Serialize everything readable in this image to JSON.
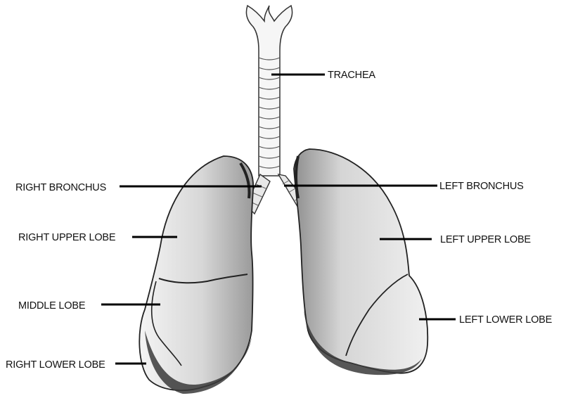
{
  "diagram": {
    "labels": {
      "trachea": "TRACHEA",
      "right_bronchus": "RIGHT BRONCHUS",
      "left_bronchus": "LEFT BRONCHUS",
      "right_upper_lobe": "RIGHT UPPER LOBE",
      "left_upper_lobe": "LEFT UPPER LOBE",
      "middle_lobe": "MIDDLE LOBE",
      "left_lower_lobe": "LEFT LOWER LOBE",
      "right_lower_lobe": "RIGHT LOWER LOBE"
    }
  }
}
